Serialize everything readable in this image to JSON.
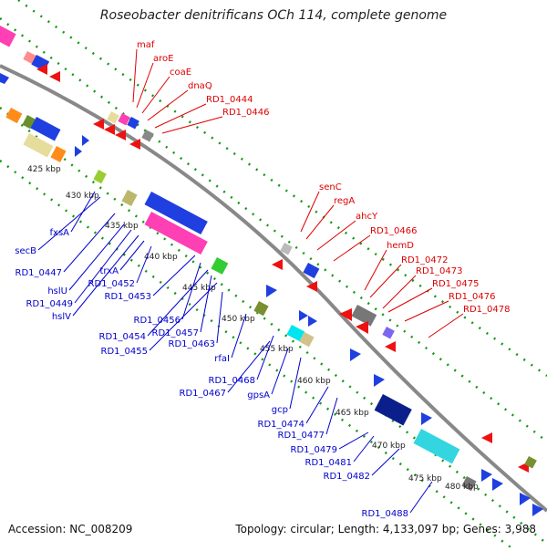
{
  "title": "Roseobacter denitrificans OCh 114, complete genome",
  "accession": "Accession: NC_008209",
  "summary": "Topology: circular; Length: 4,133,097 bp; Genes: 3,988",
  "colors": {
    "backbone": "#8c8c8c",
    "forward_label": "#dd0000",
    "reverse_label": "#0000cc",
    "tick_label": "#222222",
    "dotted_ring": "#119911"
  },
  "ticks": [
    {
      "label": "425 kbp"
    },
    {
      "label": "430 kbp"
    },
    {
      "label": "435 kbp"
    },
    {
      "label": "440 kbp"
    },
    {
      "label": "445 kbp"
    },
    {
      "label": "450 kbp"
    },
    {
      "label": "455 kbp"
    },
    {
      "label": "460 kbp"
    },
    {
      "label": "465 kbp"
    },
    {
      "label": "470 kbp"
    },
    {
      "label": "475 kbp"
    },
    {
      "label": "480 kbp"
    }
  ],
  "forward_genes": [
    "maf",
    "aroE",
    "coaE",
    "dnaQ",
    "RD1_0444",
    "RD1_0446",
    "senC",
    "regA",
    "ahcY",
    "RD1_0466",
    "hemD",
    "RD1_0472",
    "RD1_0473",
    "RD1_0475",
    "RD1_0476",
    "RD1_0478"
  ],
  "reverse_genes": [
    "fxsA",
    "secB",
    "RD1_0447",
    "hslU",
    "RD1_0449",
    "hslV",
    "trxA",
    "RD1_0452",
    "RD1_0453",
    "RD1_0456",
    "RD1_0454",
    "RD1_0457",
    "RD1_0455",
    "RD1_0463",
    "rfaI",
    "RD1_0468",
    "RD1_0467",
    "gpsA",
    "gcp",
    "RD1_0474",
    "RD1_0477",
    "RD1_0479",
    "RD1_0481",
    "RD1_0482",
    "RD1_0488"
  ]
}
